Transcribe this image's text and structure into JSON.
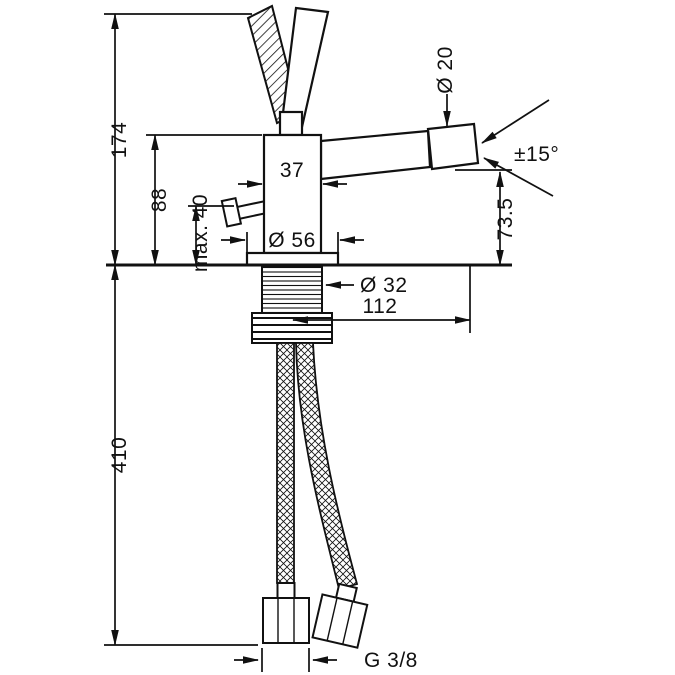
{
  "drawing": {
    "colors": {
      "line": "#111111",
      "background": "#ffffff"
    },
    "labels": {
      "total_height": "174",
      "body_height": "88",
      "max_deck_thickness": "max. 40",
      "body_width": "37",
      "aerator_diameter": "Ø 20",
      "swivel_range": "±15°",
      "outlet_height": "73.5",
      "base_diameter": "Ø 56",
      "shank_diameter": "Ø 32",
      "clearance_right": "112",
      "hose_length": "410",
      "connection_thread": "G 3/8"
    }
  }
}
